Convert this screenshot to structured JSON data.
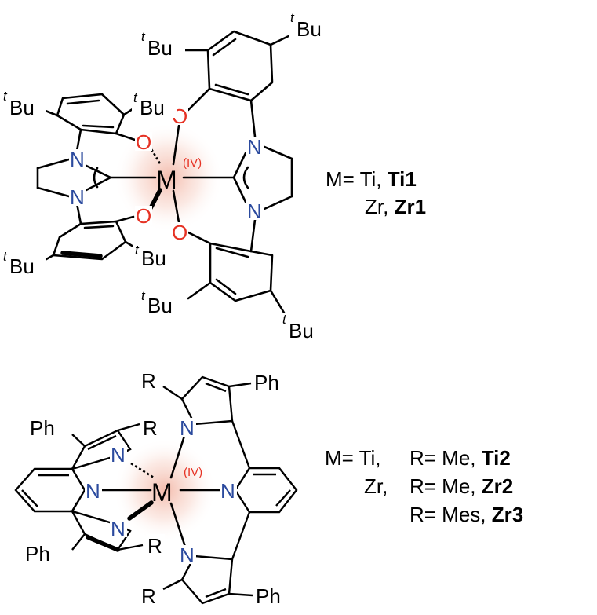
{
  "colors": {
    "oxygen": "#e63224",
    "nitrogen": "#2b4a9e",
    "oxidation_state": "#e63224",
    "halo": "#f3b8a8",
    "bond": "#000000"
  },
  "complex1": {
    "metal": "M",
    "oxidation_state": "(IV)",
    "oxygen": "O",
    "nitrogen": "N",
    "tbu_super": "t",
    "tbu_base": "Bu",
    "legend": {
      "row1": {
        "prefix": "M= Ti, ",
        "label": "Ti1"
      },
      "row2": {
        "prefix": "Zr, ",
        "label": "Zr1"
      }
    }
  },
  "complex2": {
    "metal": "M",
    "oxidation_state": "(IV)",
    "nitrogen": "N",
    "phenyl": "Ph",
    "r_group": "R",
    "legend": {
      "row1": {
        "metal": "M= Ti,",
        "r_prefix": "R= Me, ",
        "label": "Ti2"
      },
      "row2": {
        "metal": "Zr,",
        "r_prefix": "R= Me, ",
        "label": "Zr2"
      },
      "row3": {
        "r_prefix": "R= Mes, ",
        "label": "Zr3"
      }
    }
  }
}
